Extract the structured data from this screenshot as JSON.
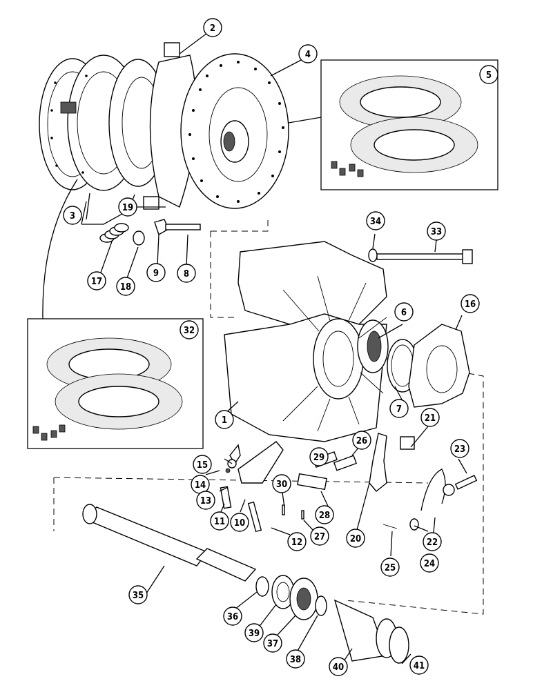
{
  "callouts": [
    {
      "id": "c1",
      "label": "1"
    },
    {
      "id": "c2",
      "label": "2"
    },
    {
      "id": "c3",
      "label": "3"
    },
    {
      "id": "c4",
      "label": "4"
    },
    {
      "id": "c5",
      "label": "5"
    },
    {
      "id": "c6",
      "label": "6"
    },
    {
      "id": "c7",
      "label": "7"
    },
    {
      "id": "c8",
      "label": "8"
    },
    {
      "id": "c9",
      "label": "9"
    },
    {
      "id": "c10",
      "label": "10"
    },
    {
      "id": "c11",
      "label": "11"
    },
    {
      "id": "c12",
      "label": "12"
    },
    {
      "id": "c13",
      "label": "13"
    },
    {
      "id": "c14",
      "label": "14"
    },
    {
      "id": "c15",
      "label": "15"
    },
    {
      "id": "c16",
      "label": "16"
    },
    {
      "id": "c17",
      "label": "17"
    },
    {
      "id": "c18",
      "label": "18"
    },
    {
      "id": "c19",
      "label": "19"
    },
    {
      "id": "c20",
      "label": "20"
    },
    {
      "id": "c21",
      "label": "21"
    },
    {
      "id": "c22",
      "label": "22"
    },
    {
      "id": "c23",
      "label": "23"
    },
    {
      "id": "c24",
      "label": "24"
    },
    {
      "id": "c25",
      "label": "25"
    },
    {
      "id": "c26",
      "label": "26"
    },
    {
      "id": "c27",
      "label": "27"
    },
    {
      "id": "c28",
      "label": "28"
    },
    {
      "id": "c29",
      "label": "29"
    },
    {
      "id": "c30",
      "label": "30"
    },
    {
      "id": "c32",
      "label": "32"
    },
    {
      "id": "c33",
      "label": "33"
    },
    {
      "id": "c34",
      "label": "34"
    },
    {
      "id": "c35",
      "label": "35"
    },
    {
      "id": "c36",
      "label": "36"
    },
    {
      "id": "c37",
      "label": "37"
    },
    {
      "id": "c38",
      "label": "38"
    },
    {
      "id": "c39",
      "label": "39"
    },
    {
      "id": "c40",
      "label": "40"
    },
    {
      "id": "c41",
      "label": "41"
    }
  ]
}
